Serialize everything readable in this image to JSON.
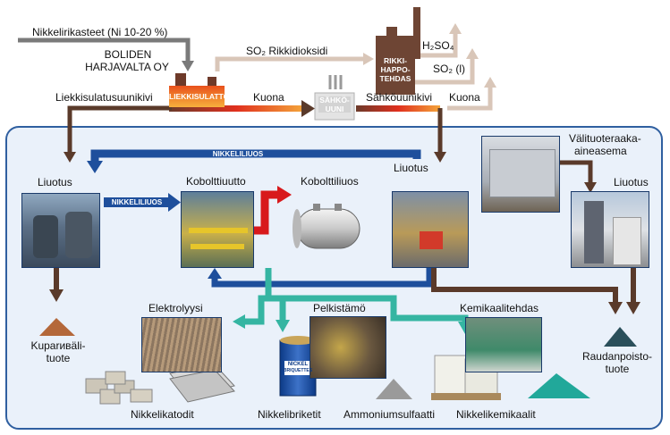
{
  "labels": {
    "ore_input": "Nikkelirikasteet (Ni 10-20 %)",
    "boliden_line1": "BOLIDEN",
    "boliden_line2": "HARJAVALTA OY",
    "flash_smelter": "LIEKKISULATTO",
    "so2_label": "SO₂ Rikkidioksidi",
    "acid_plant_line1": "RIKKI-",
    "acid_plant_line2": "HAPPO-",
    "acid_plant_line3": "TEHDAS",
    "h2so4": "H₂SO₄",
    "so2_liquid": "SO₂ (l)",
    "flash_matte": "Liekkisulatusuunikivi",
    "slag_1": "Kuona",
    "electric_furnace_line1": "SÄHKÖ-",
    "electric_furnace_line2": "UUNI",
    "electric_matte": "Sähköuunikivi",
    "slag_2": "Kuona",
    "nickel_solution_top": "NIKKELILIUOS",
    "nickel_solution_mid": "NIKKELILIUOS",
    "leaching_left": "Liuotus",
    "cobalt_removal": "Kobolttiuutto",
    "cobalt_solution": "Kobolttiliuos",
    "leaching_mid": "Liuotus",
    "intermediate_station_line1": "Välituoteraaka-",
    "intermediate_station_line2": "aineasema",
    "leaching_right": "Liuotus",
    "copper_line1": "Kuparивäli-",
    "copper_line2": "tuote",
    "electrolysis": "Elektrolyysi",
    "reduction": "Pelkistämö",
    "chemical_plant": "Kemikaalitehdas",
    "iron_line1": "Raudanpoisto-",
    "iron_line2": "tuote",
    "nickel_cathodes": "Nikkelikatodit",
    "nickel_briquettes": "Nikkelibriketit",
    "ammonium_sulfate": "Ammoniumsulfaatti",
    "nickel_chemicals": "Nikkelikemikaalit",
    "barrel_line1": "NICKEL",
    "barrel_line2": "BRIQUETTES"
  },
  "colors": {
    "frame_blue": "#2f5fa0",
    "panel_bg": "#eaf1fa",
    "nickel_flow": "#1e4f9c",
    "cobalt_flow": "#d8191c",
    "teal_flow": "#35b5a2",
    "brown_flow": "#5a3a2a",
    "grey_flow": "#7a7a7a",
    "gas_flow": "#d9c6b8",
    "acid_plant": "#6e4534"
  }
}
